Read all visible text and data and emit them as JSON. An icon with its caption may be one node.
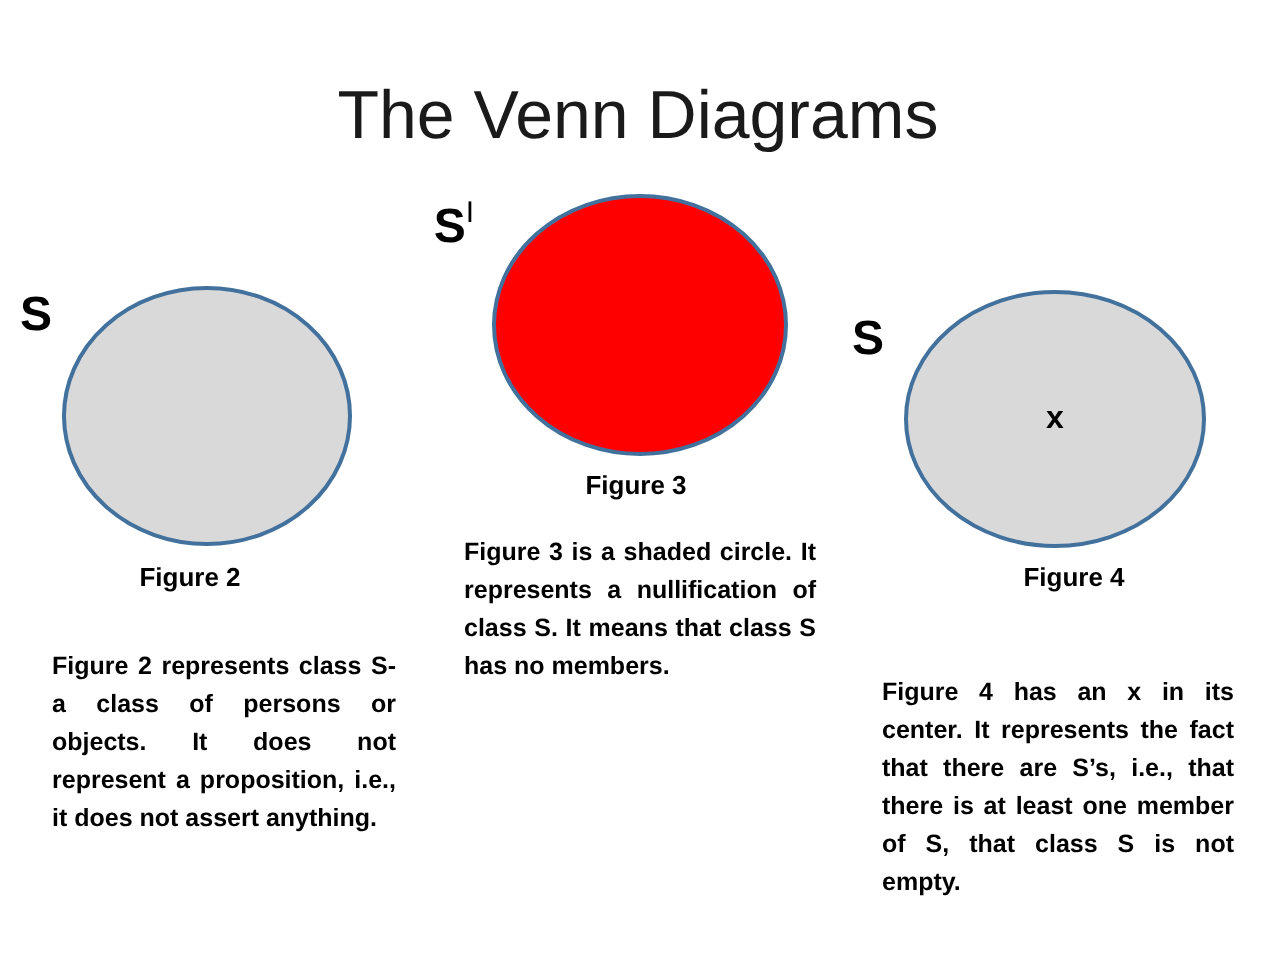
{
  "diagram": {
    "title": "The Venn Diagrams",
    "nodes": [
      {
        "text": [
          "S"
        ],
        "beside": [
          "Figure 2",
          "Figure 2 represents class S- a class of persons or objects. It does not represent a proposition, i.e., it does not assert anything."
        ]
      },
      {
        "text": [
          "S$^{I}$"
        ],
        "beside": [
          "Figure 3",
          "Figure 3 is a shaded circle. It represents a nullification of class S. It means that class S has no members."
        ]
      },
      {
        "text": [
          "S",
          "x"
        ],
        "beside": [
          "Figure 4",
          "Figure 4 has an x in its center. It represents the fact that there are S’s, i.e., that there is at least one member of S, that class S is not empty."
        ]
      }
    ]
  }
}
